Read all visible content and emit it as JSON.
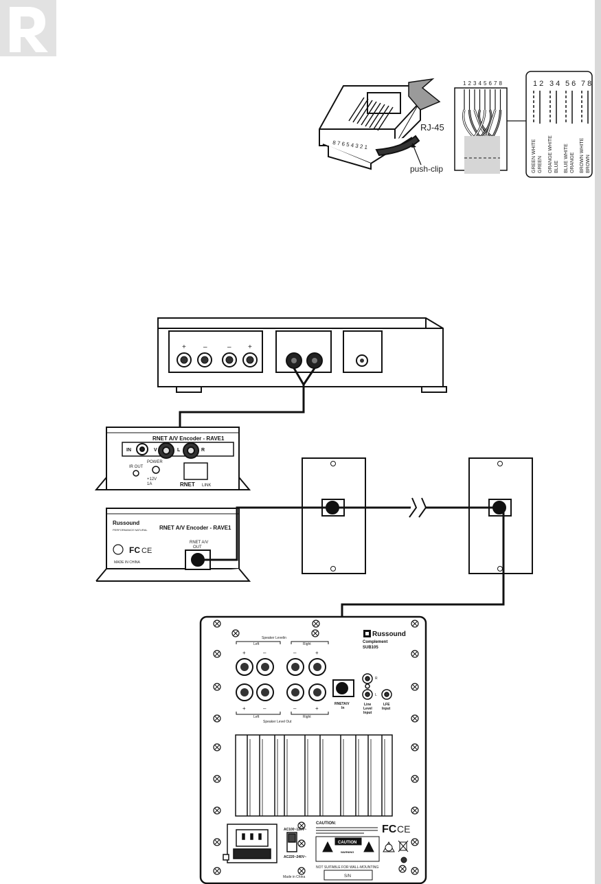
{
  "colors": {
    "brand_logo": "#e2e2e2",
    "line": "#111111",
    "panel_fill": "#f3f3f3"
  },
  "rj45": {
    "label": "RJ-45",
    "push_clip_label": "push-clip",
    "plug_pin_numbers": "8 7 6 5 4 3 2 1",
    "pin_numbers": [
      "1",
      "2",
      "3",
      "4",
      "5",
      "6",
      "7",
      "8"
    ],
    "pin_pairs": [
      "1 2",
      "3 4",
      "5 6",
      "7 8"
    ],
    "wire_colors": [
      [
        "GREEN WHITE",
        "GREEN"
      ],
      [
        "ORANGE WHITE",
        "BLUE"
      ],
      [
        "BLUE WHITE",
        "ORANGE"
      ],
      [
        "BROWN WHITE",
        "BROWN"
      ]
    ]
  },
  "encoder_front": {
    "title": "RNET A/V Encoder - RAVE1",
    "in_label": "IN",
    "v_label": "V",
    "l_label": "L",
    "r_label": "R",
    "ir_out_label": "IR OUT",
    "power_label": "POWER",
    "power_spec": "+12V",
    "power_amp": "1A",
    "link_brand": "RNET",
    "link_label": "LINK"
  },
  "encoder_back": {
    "brand": "Russound",
    "tagline": "PERFORMANCE  NATURAL",
    "title": "RNET A/V Encoder - RAVE1",
    "out_label_1": "RNET A/V",
    "out_label_2": "OUT",
    "made_in": "MADE IN CHINA",
    "fc": "FC",
    "ce": "CE"
  },
  "subwoofer": {
    "brand": "Russound",
    "model_1": "Complement",
    "model_2": "SUB105",
    "speaker_levels_in": "Speaker Levelin",
    "speaker_level_out": "Speaker Level Out",
    "left": "Left",
    "right": "Right",
    "rnet_in_1": "RNETA/V",
    "rnet_in_2": "In",
    "line_level_1": "Line",
    "line_level_2": "Level",
    "line_level_3": "Input",
    "lfe_1": "LFE",
    "lfe_2": "Input",
    "r_label": "R",
    "l_label": "L",
    "ac_1": "AC100~120V~",
    "ac_2": "AC220~240V~",
    "caution": "CAUTION:",
    "caution_box": "CAUTION",
    "warning": "WARNING",
    "not_wall": "NOT SUITABLE FOR WALL-MOUNTING",
    "made_in": "Made in China",
    "sn": "S/N",
    "fc": "FC",
    "ce": "CE"
  }
}
